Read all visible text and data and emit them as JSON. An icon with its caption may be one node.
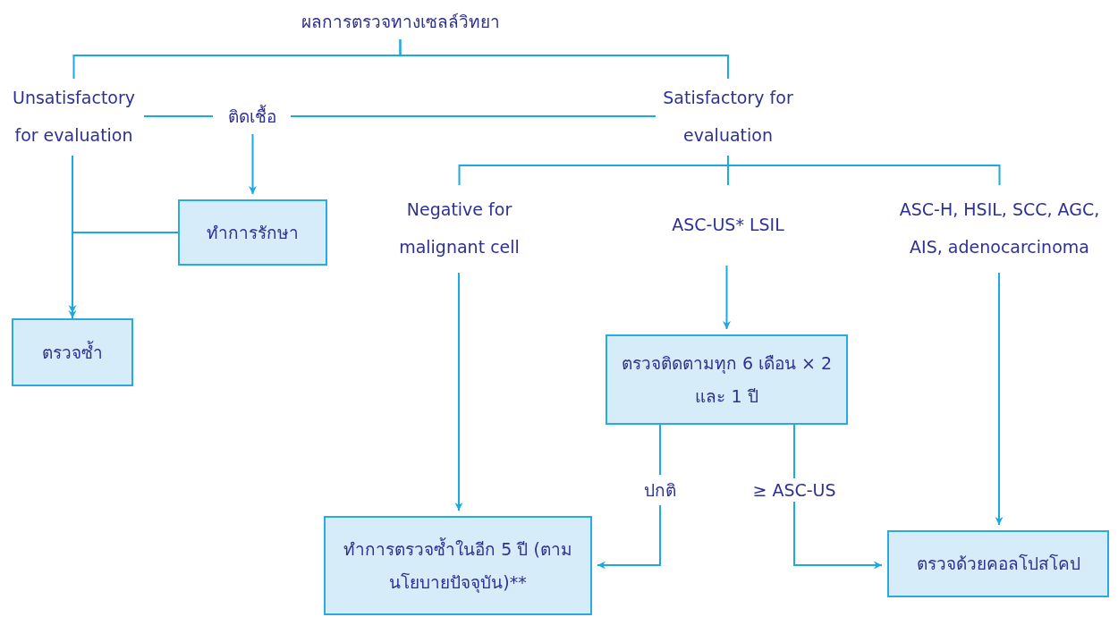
{
  "diagram": {
    "nodes": [
      {
        "text": [
          "ผลการตรวจทางเซลล์วิทยา"
        ]
      },
      {
        "text": [
          "Unsatisfactory for evaluation"
        ]
      },
      {
        "text": [
          "ติดเชื้อ"
        ]
      },
      {
        "text": [
          "Satisfactory for evaluation"
        ]
      },
      {
        "text": [
          "ทำการรักษา"
        ]
      },
      {
        "text": [
          "Negative for malignant cell"
        ]
      },
      {
        "text": [
          "ASC-US* LSIL"
        ]
      },
      {
        "text": [
          "ASC-H, HSIL, SCC, AGC, AIS, adenocarcinoma"
        ]
      },
      {
        "text": [
          "ตรวจซ้ำ"
        ]
      },
      {
        "text": [
          "ตรวจติดตามทุก 6 เดือน × 2 และ 1 ปี"
        ]
      },
      {
        "text": [
          "ทำการตรวจซ้ำในอีก 5 ปี (ตามนโยบายปัจจุบัน)**"
        ]
      },
      {
        "text": [
          "ตรวจด้วยคอลโปสโคป"
        ]
      }
    ],
    "edges": [
      {
        "from": 0,
        "to": 1,
        "arrow": "none"
      },
      {
        "from": 0,
        "to": 3,
        "arrow": "none"
      },
      {
        "from": 1,
        "to": 2,
        "arrow": "none"
      },
      {
        "from": 3,
        "to": 2,
        "arrow": "none"
      },
      {
        "from": 2,
        "to": 4,
        "arrow": "to"
      },
      {
        "from": 1,
        "to": 8,
        "arrow": "to"
      },
      {
        "from": 4,
        "to": 8,
        "arrow": "to"
      },
      {
        "from": 3,
        "to": 5,
        "arrow": "none"
      },
      {
        "from": 3,
        "to": 6,
        "arrow": "none"
      },
      {
        "from": 3,
        "to": 7,
        "arrow": "none"
      },
      {
        "from": 5,
        "to": 10,
        "arrow": "to"
      },
      {
        "from": 6,
        "to": 9,
        "arrow": "to"
      },
      {
        "from": 7,
        "to": 11,
        "arrow": "to"
      },
      {
        "from": 9,
        "to": 10,
        "arrow": "to",
        "label": "ปกติ"
      },
      {
        "from": 9,
        "to": 11,
        "arrow": "to",
        "label": "≥ ASC-US"
      }
    ]
  }
}
